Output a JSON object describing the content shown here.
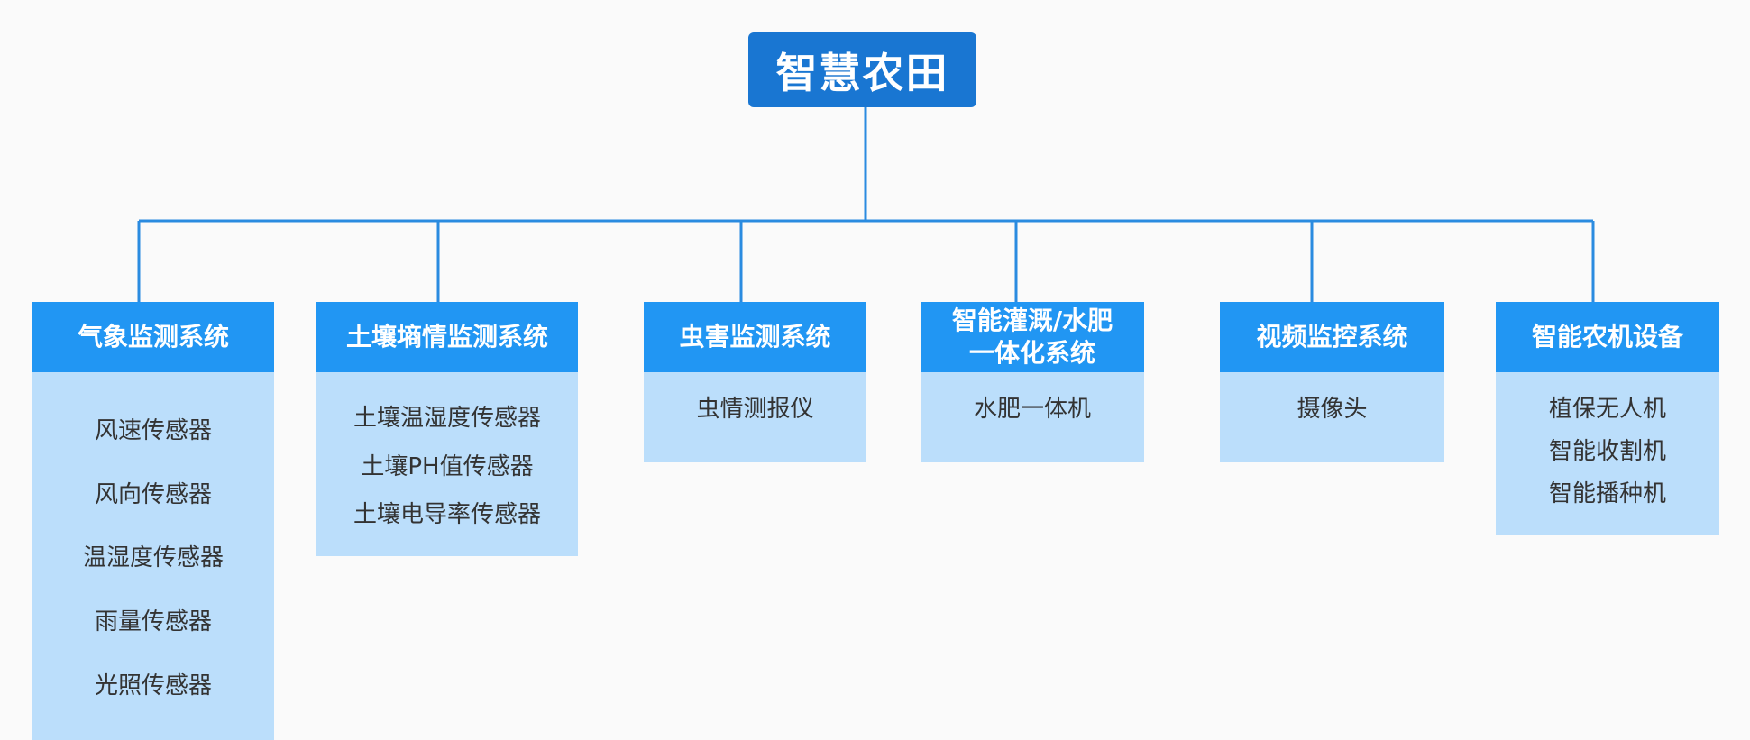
{
  "colors": {
    "root": "#1976d2",
    "header": "#2196f3",
    "body": "#bbdefb",
    "line": "#2a8be0",
    "item_text": "#333333"
  },
  "root": {
    "label": "智慧农田"
  },
  "branches": [
    {
      "title": "气象监测系统",
      "items": [
        "风速传感器",
        "风向传感器",
        "温湿度传感器",
        "雨量传感器",
        "光照传感器"
      ]
    },
    {
      "title": "土壤墒情监测系统",
      "items": [
        "土壤温湿度传感器",
        "土壤PH值传感器",
        "土壤电导率传感器"
      ]
    },
    {
      "title": "虫害监测系统",
      "items": [
        "虫情测报仪"
      ]
    },
    {
      "title": "智能灌溉/水肥\n一体化系统",
      "items": [
        "水肥一体机"
      ]
    },
    {
      "title": "视频监控系统",
      "items": [
        "摄像头"
      ]
    },
    {
      "title": "智能农机设备",
      "items": [
        "植保无人机",
        "智能收割机",
        "智能播种机"
      ]
    }
  ]
}
